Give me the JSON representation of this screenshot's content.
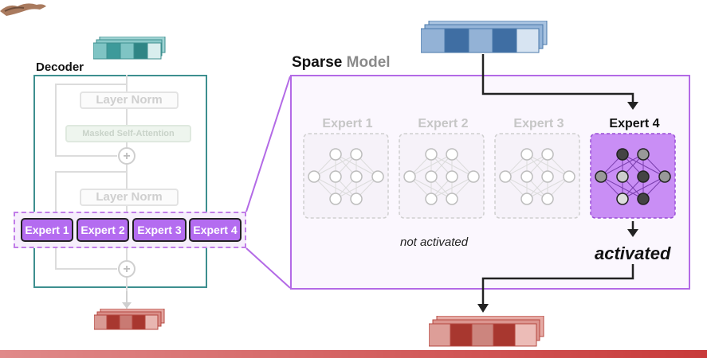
{
  "decoder": {
    "title": "Decoder",
    "layer_norm_1": "Layer Norm",
    "masked_self_attention": "Masked Self-Attention",
    "layer_norm_2": "Layer Norm",
    "experts": [
      "Expert 1",
      "Expert 2",
      "Expert 3",
      "Expert 4"
    ]
  },
  "sparse": {
    "title_word1": "Sparse",
    "title_word2": "Model",
    "experts": [
      "Expert 1",
      "Expert 2",
      "Expert 3",
      "Expert 4"
    ],
    "active_expert": "Expert 4",
    "inactive_note": "not activated",
    "active_note": "activated"
  },
  "colors": {
    "teal": "#3d8f8f",
    "purple": "#b46cf0",
    "blue": "#4a78aa",
    "red": "#b5473f"
  }
}
